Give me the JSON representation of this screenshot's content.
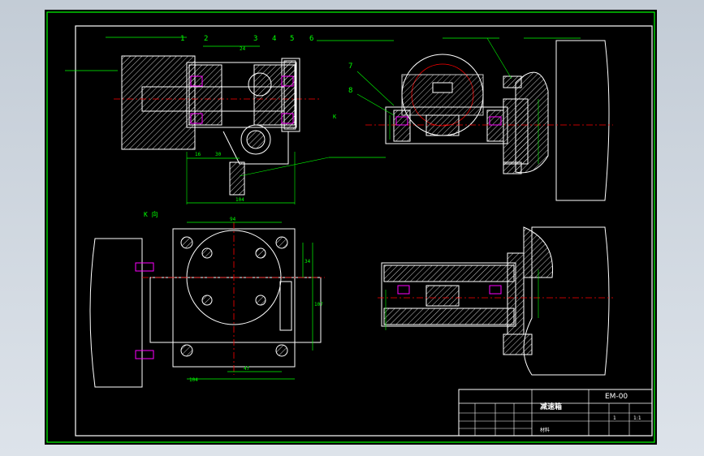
{
  "drawing": {
    "part_numbers": [
      "1",
      "2",
      "3",
      "4",
      "5",
      "6"
    ],
    "callout_7": "7",
    "callout_8": "8",
    "view_label_k": "K 向",
    "view_arrow_k": "K",
    "dims": {
      "d94": "94",
      "d104": "104",
      "d34": "34",
      "d107": "107",
      "d47": "47",
      "d104b": "104",
      "d16": "16",
      "d30": "30",
      "d24": "24"
    }
  },
  "title_block": {
    "drawing_number": "EM-00",
    "title": "减速箱",
    "scale": "1:1",
    "sheet": "1",
    "material_label": "材料"
  },
  "colors": {
    "background": "#000000",
    "frame": "#ffffff",
    "border_green": "#00ff00",
    "geometry": "#ffffff",
    "hatch": "#ffffff",
    "centerline": "#ff0000",
    "highlight": "#ff00ff",
    "dimension": "#00ff00"
  }
}
